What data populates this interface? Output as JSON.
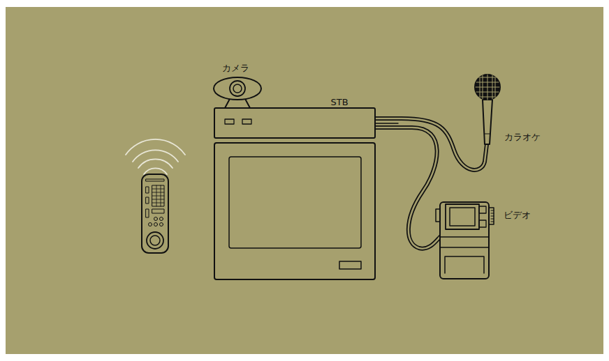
{
  "diagram": {
    "labels": [
      "カメラ",
      "STB",
      "カラオケ",
      "ビデオ"
    ]
  }
}
